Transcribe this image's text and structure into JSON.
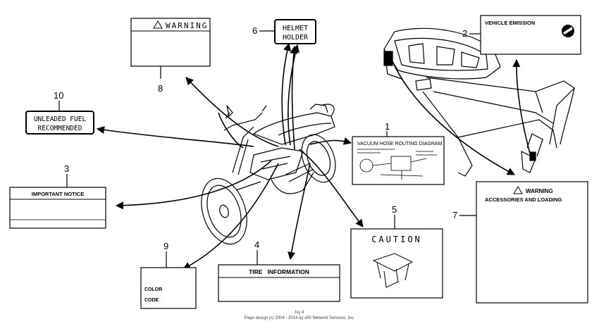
{
  "callouts": [
    {
      "number": "1",
      "label": "VACUUM HOSE ROUTING DIAGRAM"
    },
    {
      "number": "2",
      "label": "VEHICLE EMISSION"
    },
    {
      "number": "3",
      "label": "IMPORTANT NOTICE"
    },
    {
      "number": "4",
      "label": "TIRE   INFORMATION"
    },
    {
      "number": "5",
      "label": "CAUTION"
    },
    {
      "number": "6",
      "label_line1": "HELMET",
      "label_line2": "HOLDER"
    },
    {
      "number": "7",
      "warning": "WARNING",
      "label": "ACCESSORIES AND LOADING"
    },
    {
      "number": "8",
      "warning": "WARNING"
    },
    {
      "number": "9",
      "label_line1": "COLOR",
      "label_line2": "CODE"
    },
    {
      "number": "10",
      "label_line1": "UNLEADED FUEL",
      "label_line2": "RECOMMENDED"
    }
  ],
  "footer": {
    "line1": "Ivy 4",
    "line2": "Page design (c) 2004 - 2014 by ARI Network Services, Inc."
  }
}
